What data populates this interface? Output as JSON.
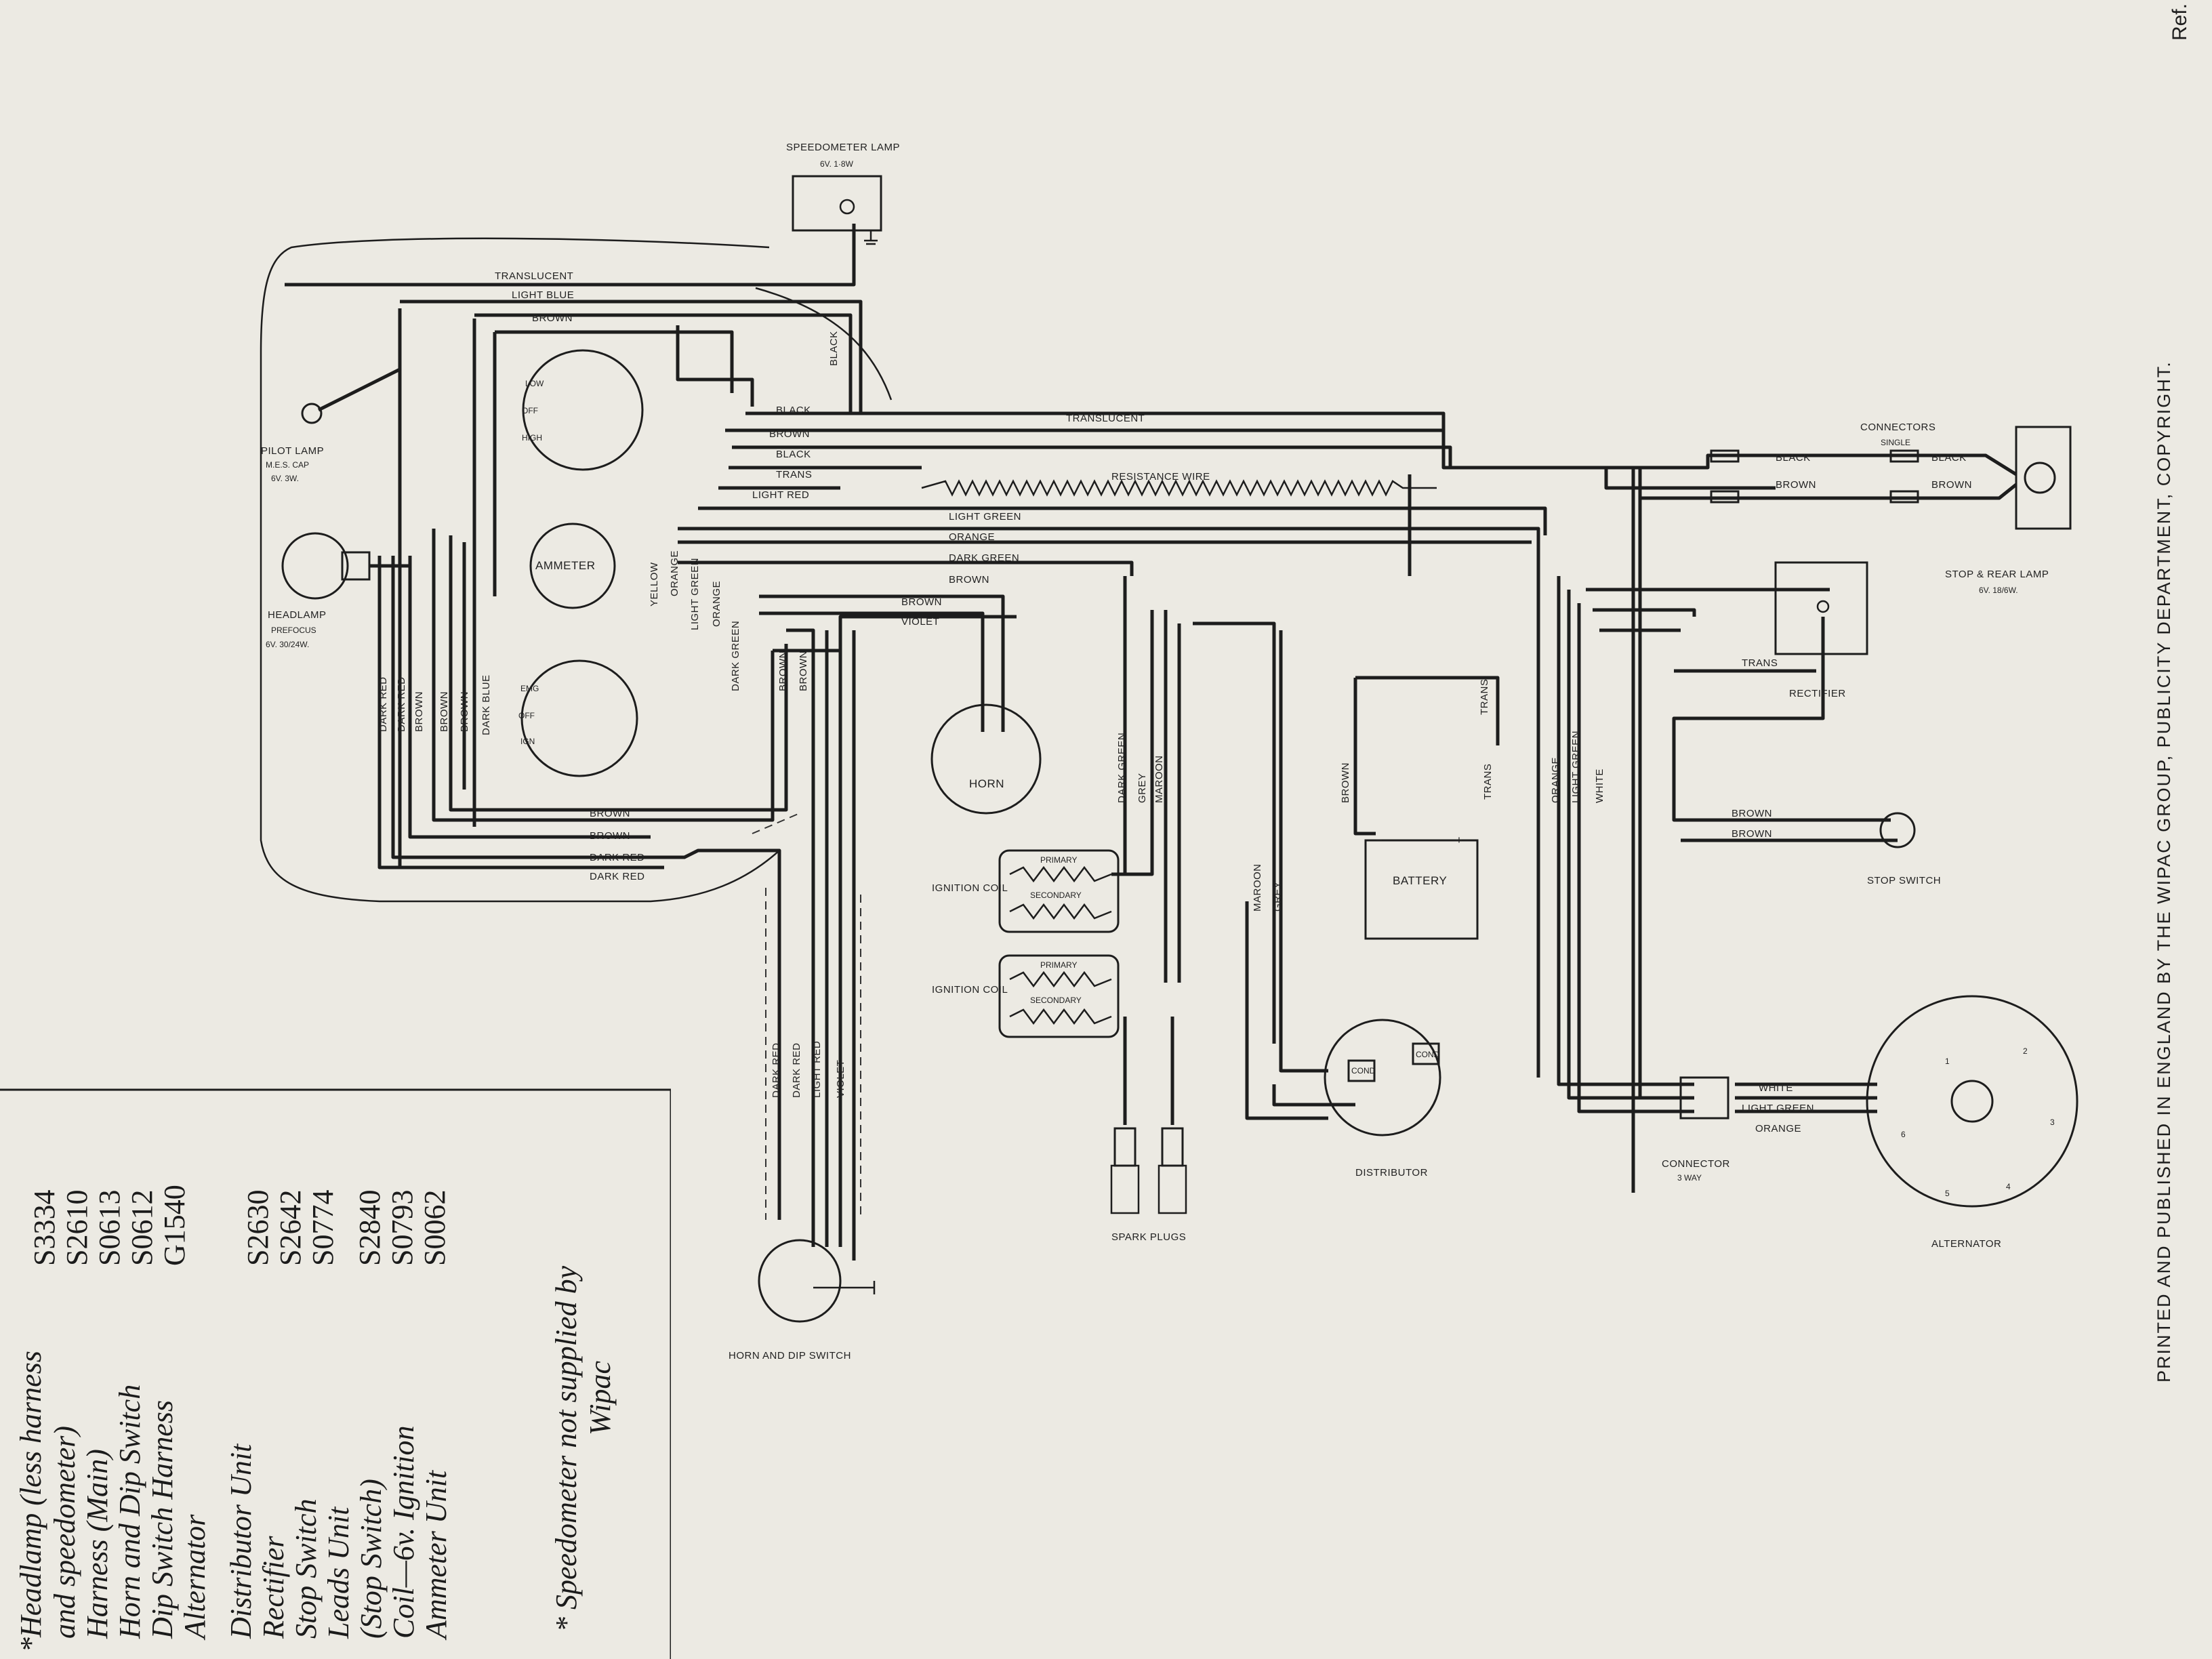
{
  "diagram": {
    "components": {
      "speedometer_lamp": {
        "name": "SPEEDOMETER LAMP",
        "spec": "6V. 1·8W"
      },
      "pilot_lamp": {
        "name": "PILOT LAMP",
        "cap": "M.E.S. CAP",
        "spec": "6V. 3W."
      },
      "headlamp": {
        "name": "HEADLAMP",
        "type": "PREFOCUS",
        "spec": "6V. 30/24W."
      },
      "ammeter": "AMMETER",
      "horn": "HORN",
      "ignition_coil_1": "IGNITION COIL",
      "ignition_coil_2": "IGNITION COIL",
      "coil_primary": "PRIMARY",
      "coil_secondary": "SECONDARY",
      "spark_plugs": "SPARK PLUGS",
      "distributor": "DISTRIBUTOR",
      "cond": "COND",
      "battery": "BATTERY",
      "rectifier": "RECTIFIER",
      "stop_rear_lamp": {
        "name": "STOP & REAR LAMP",
        "spec": "6V. 18/6W."
      },
      "connectors_single": {
        "name": "CONNECTORS",
        "sub": "SINGLE"
      },
      "stop_switch": "STOP SWITCH",
      "connector_3way": {
        "name": "CONNECTOR",
        "sub": "3 WAY"
      },
      "alternator": "ALTERNATOR",
      "horn_dip_switch": "HORN AND DIP SWITCH",
      "light_switch_positions": [
        "LOW",
        "OFF",
        "HIGH"
      ],
      "ignition_switch_positions": [
        "EMG",
        "OFF",
        "IGN"
      ]
    },
    "wire_labels": {
      "translucent": "TRANSLUCENT",
      "light_blue": "LIGHT BLUE",
      "brown": "BROWN",
      "black": "BLACK",
      "trans": "TRANS",
      "light_red": "LIGHT RED",
      "light_green": "LIGHT GREEN",
      "orange": "ORANGE",
      "dark_green": "DARK GREEN",
      "violet": "VIOLET",
      "resistance_wire": "RESISTANCE WIRE",
      "yellow": "YELLOW",
      "dark_red": "DARK RED",
      "dark_blue": "DARK BLUE",
      "grey": "GREY",
      "maroon": "MAROON",
      "white": "WHITE"
    },
    "alternator_terminals": [
      "1",
      "2",
      "3",
      "4",
      "5",
      "6"
    ]
  },
  "parts_list": {
    "group1": [
      {
        "item": "*Headlamp (less harness",
        "code": "S3334"
      },
      {
        "item": "and speedometer)",
        "code": "S2610"
      },
      {
        "item": "Harness (Main)",
        "code": "S0613"
      },
      {
        "item": "Horn and Dip Switch",
        "code": "S0612"
      },
      {
        "item": "Dip Switch Harness",
        "code": "G1540"
      },
      {
        "item": "Alternator",
        "code": ""
      }
    ],
    "group2": [
      {
        "item": "Distributor Unit",
        "code": "S2630"
      },
      {
        "item": "Rectifier",
        "code": "S2642"
      },
      {
        "item": "Stop Switch",
        "code": "S0774"
      },
      {
        "item": "Leads Unit",
        "code": "S2840"
      },
      {
        "item": "(Stop Switch)",
        "code": "S0793"
      },
      {
        "item": "Coil—6v. Ignition",
        "code": "S0062"
      },
      {
        "item": "Ammeter Unit",
        "code": ""
      }
    ],
    "note_line1": "* Speedometer not supplied by",
    "note_line2": "Wipac"
  },
  "footer": "PRINTED AND PUBLISHED IN ENGLAND BY THE WIPAC GROUP, PUBLICITY DEPARTMENT, COPYRIGHT.",
  "ref": "Ref."
}
